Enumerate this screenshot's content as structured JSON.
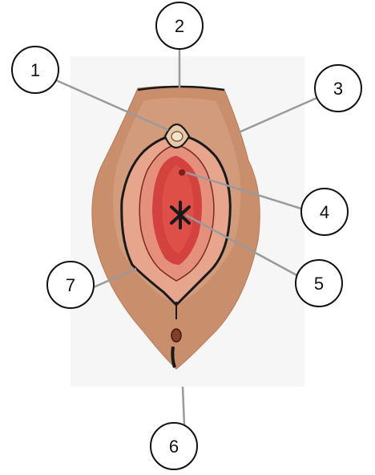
{
  "colors": {
    "background": "#ffffff",
    "panel": "#f6f6f6",
    "skin": "#c98e6c",
    "skin_light": "#d9a88a",
    "inner_pink": "#e58f7d",
    "inner_red": "#d4423f",
    "outline": "#1a1a1a",
    "leader": "#9a9a9a"
  },
  "callouts": [
    {
      "label": "1",
      "target": "clitoris"
    },
    {
      "label": "2",
      "target": "mons-pubis"
    },
    {
      "label": "3",
      "target": "labia-majora"
    },
    {
      "label": "4",
      "target": "urethral-opening"
    },
    {
      "label": "5",
      "target": "vaginal-opening"
    },
    {
      "label": "6",
      "target": "anus"
    },
    {
      "label": "7",
      "target": "labia-minora"
    }
  ]
}
